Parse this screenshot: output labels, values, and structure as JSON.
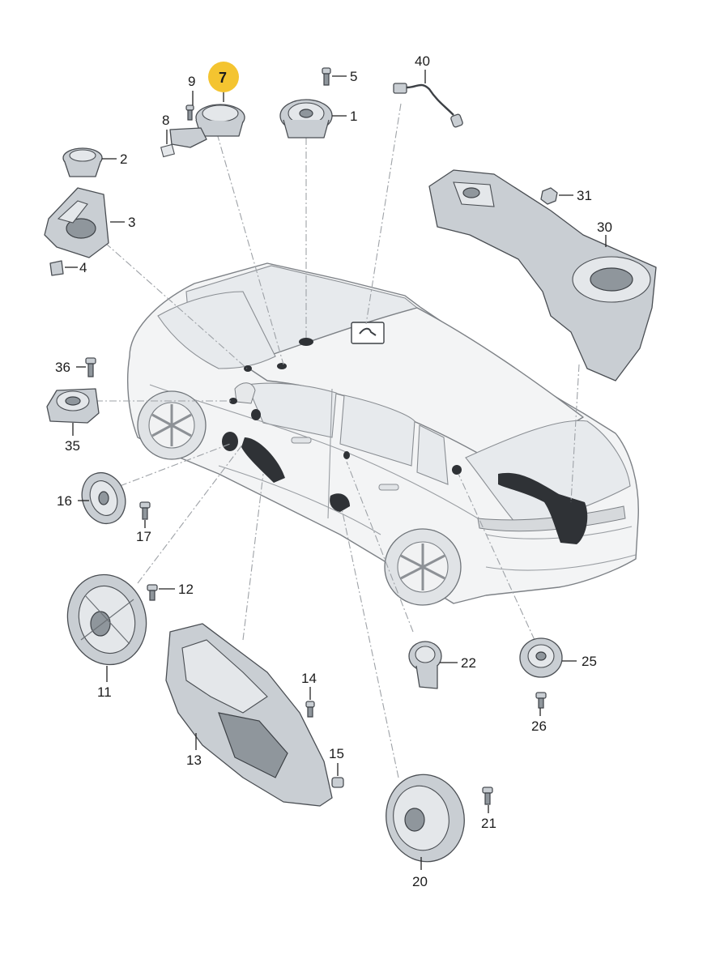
{
  "diagram": {
    "highlight_color": "#f4c430",
    "callouts": {
      "p1": "1",
      "p2": "2",
      "p3": "3",
      "p4": "4",
      "p5": "5",
      "p7": "7",
      "p8": "8",
      "p9": "9",
      "p11": "11",
      "p12": "12",
      "p13": "13",
      "p14": "14",
      "p15": "15",
      "p16": "16",
      "p17": "17",
      "p20": "20",
      "p21": "21",
      "p22": "22",
      "p25": "25",
      "p26": "26",
      "p30": "30",
      "p31": "31",
      "p35": "35",
      "p36": "36",
      "p40": "40"
    },
    "highlighted_callout": "p7"
  }
}
